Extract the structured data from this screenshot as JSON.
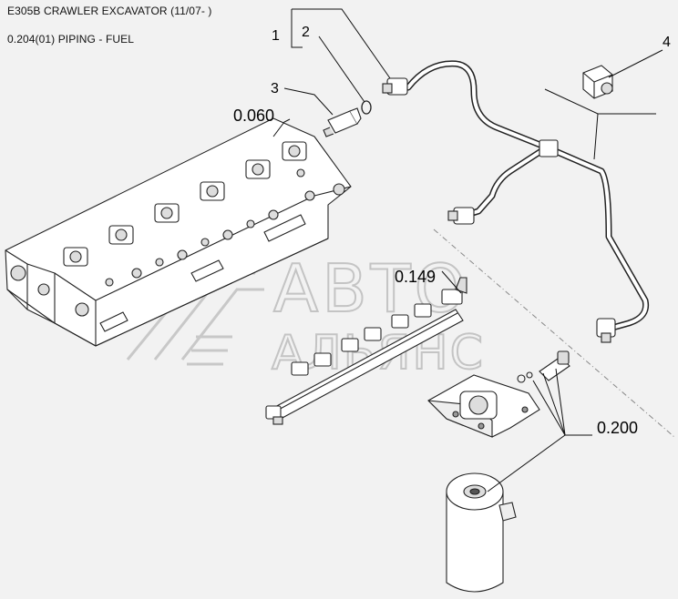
{
  "header": {
    "model_line": "E305B CRAWLER EXCAVATOR (11/07- )",
    "section_line": "0.204(01) PIPING - FUEL"
  },
  "callouts": {
    "c1": "1",
    "c2": "2",
    "c3": "3",
    "c4": "4",
    "c060": "0.060",
    "c149": "0.149",
    "c200": "0.200"
  },
  "watermark": {
    "line1": "АВТО",
    "line2": "АЛЬЯНС"
  }
}
